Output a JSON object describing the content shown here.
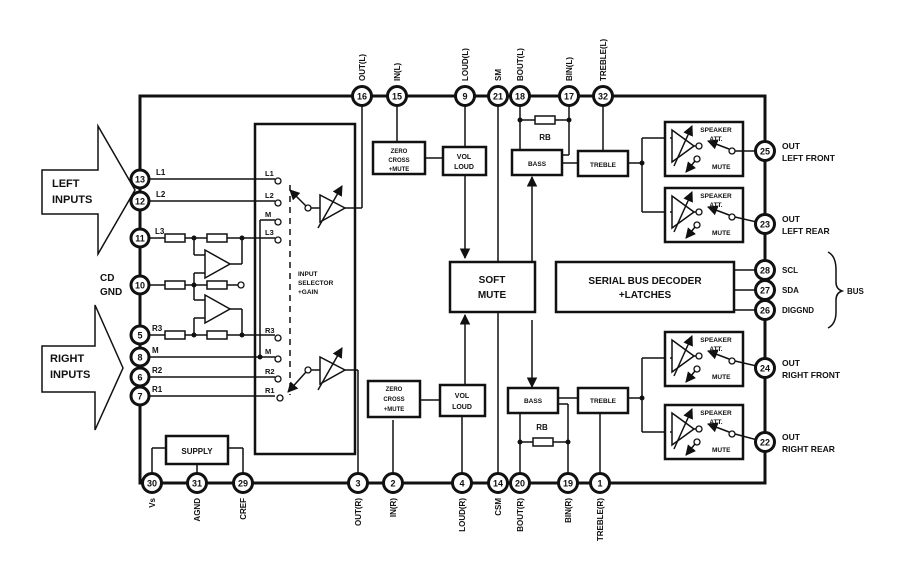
{
  "diagram": {
    "title": "Audio processor block diagram",
    "pins_top": [
      {
        "num": "16",
        "label": "OUT(L)"
      },
      {
        "num": "15",
        "label": "IN(L)"
      },
      {
        "num": "9",
        "label": "LOUD(L)"
      },
      {
        "num": "21",
        "label": "SM"
      },
      {
        "num": "18",
        "label": "BOUT(L)"
      },
      {
        "num": "17",
        "label": "BIN(L)"
      },
      {
        "num": "32",
        "label": "TREBLE(L)"
      }
    ],
    "pins_bottom": [
      {
        "num": "30",
        "label": "Vs"
      },
      {
        "num": "31",
        "label": "AGND"
      },
      {
        "num": "29",
        "label": "CREF"
      },
      {
        "num": "3",
        "label": "OUT(R)"
      },
      {
        "num": "2",
        "label": "IN(R)"
      },
      {
        "num": "4",
        "label": "LOUD(R)"
      },
      {
        "num": "14",
        "label": "CSM"
      },
      {
        "num": "20",
        "label": "BOUT(R)"
      },
      {
        "num": "19",
        "label": "BIN(R)"
      },
      {
        "num": "1",
        "label": "TREBLE(R)"
      }
    ],
    "pins_left": [
      {
        "num": "13",
        "label": "L1"
      },
      {
        "num": "12",
        "label": "L2"
      },
      {
        "num": "11",
        "label": "L3"
      },
      {
        "num": "10",
        "label": ""
      },
      {
        "num": "5",
        "label": "R3"
      },
      {
        "num": "8",
        "label": "M"
      },
      {
        "num": "6",
        "label": "R2"
      },
      {
        "num": "7",
        "label": "R1"
      }
    ],
    "pins_right": [
      {
        "num": "25",
        "label1": "OUT",
        "label2": "LEFT FRONT"
      },
      {
        "num": "23",
        "label1": "OUT",
        "label2": "LEFT REAR"
      },
      {
        "num": "28",
        "label1": "SCL",
        "label2": ""
      },
      {
        "num": "27",
        "label1": "SDA",
        "label2": ""
      },
      {
        "num": "26",
        "label1": "DIGGND",
        "label2": ""
      },
      {
        "num": "24",
        "label1": "OUT",
        "label2": "RIGHT FRONT"
      },
      {
        "num": "22",
        "label1": "OUT",
        "label2": "RIGHT REAR"
      }
    ],
    "left_inputs": {
      "line1": "LEFT",
      "line2": "INPUTS"
    },
    "right_inputs": {
      "line1": "RIGHT",
      "line2": "INPUTS"
    },
    "cd_gnd": {
      "line1": "CD",
      "line2": "GND"
    },
    "bus_label": "BUS",
    "selector": {
      "line1": "INPUT",
      "line2": "SELECTOR",
      "line3": "+GAIN",
      "left_taps": [
        "L1",
        "L2",
        "M",
        "L3"
      ],
      "right_taps": [
        "R3",
        "M",
        "R2",
        "R1"
      ]
    },
    "blocks": {
      "zero_cross_l": [
        "ZERO",
        "CROSS",
        "+MUTE"
      ],
      "zero_cross_r": [
        "ZERO",
        "CROSS",
        "+MUTE"
      ],
      "vol_loud_l": [
        "VOL",
        "LOUD"
      ],
      "vol_loud_r": [
        "VOL",
        "LOUD"
      ],
      "soft_mute": [
        "SOFT",
        "MUTE"
      ],
      "bass_l": "BASS",
      "bass_r": "BASS",
      "treble_l": "TREBLE",
      "treble_r": "TREBLE",
      "rb_l": "RB",
      "rb_r": "RB",
      "serial_bus": [
        "SERIAL BUS DECODER",
        "+LATCHES"
      ],
      "supply": "SUPPLY",
      "speaker_att": [
        "SPEAKER",
        "ATT."
      ],
      "mute": "MUTE"
    }
  }
}
